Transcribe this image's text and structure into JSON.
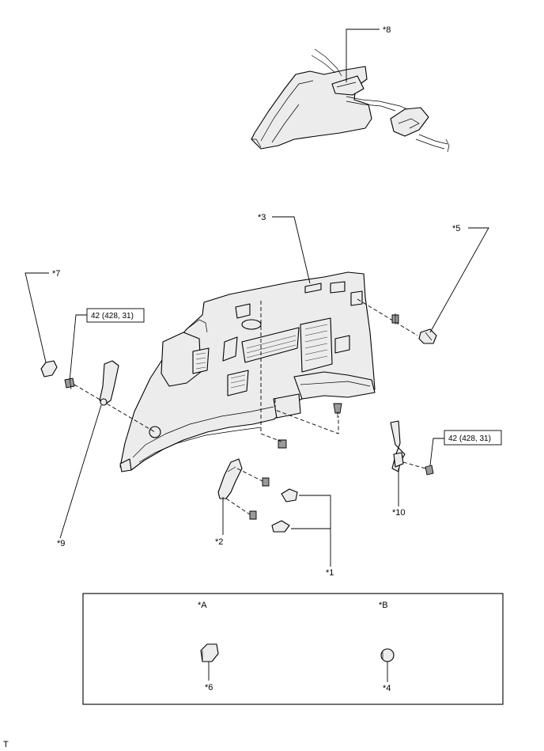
{
  "callouts": {
    "c1": "*1",
    "c2": "*2",
    "c3": "*3",
    "c4": "*4",
    "c5": "*5",
    "c6": "*6",
    "c7": "*7",
    "c8": "*8",
    "c9": "*9",
    "c10": "*10"
  },
  "torque_specs": {
    "left": "42 (428, 31)",
    "right": "42 (428, 31)"
  },
  "detail_box": {
    "view_a": "*A",
    "view_b": "*B"
  },
  "corner_mark": "T"
}
